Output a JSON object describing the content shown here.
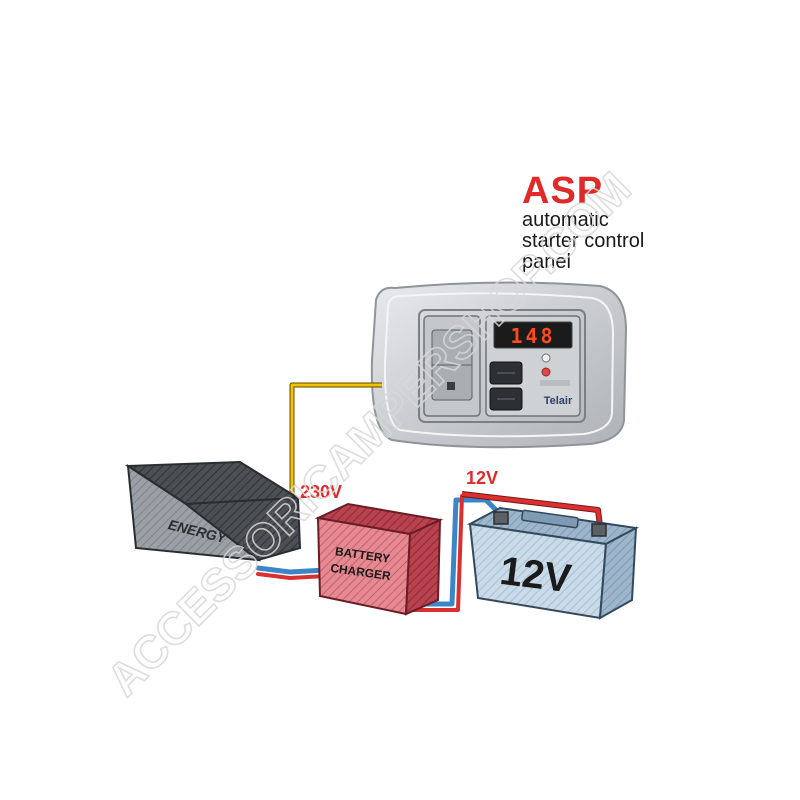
{
  "heading": {
    "acronym": "ASP",
    "line1": "automatic",
    "line2": "starter control",
    "line3": "panel"
  },
  "panel": {
    "display_value": "148",
    "brand": "Telair"
  },
  "labels": {
    "energy": "ENERGY",
    "voltage_230": "230V",
    "voltage_12_wire": "12V",
    "charger_line1": "BATTERY",
    "charger_line2": "CHARGER",
    "battery": "12V"
  },
  "watermark": "ACCESSORICAMPERSHOP.COM",
  "colors": {
    "accent_red": "#e02a2a",
    "wire_yellow": "#f2c300",
    "wire_blue": "#3a86c8",
    "wire_red": "#d93030",
    "display_digits": "#ff4a1a"
  }
}
